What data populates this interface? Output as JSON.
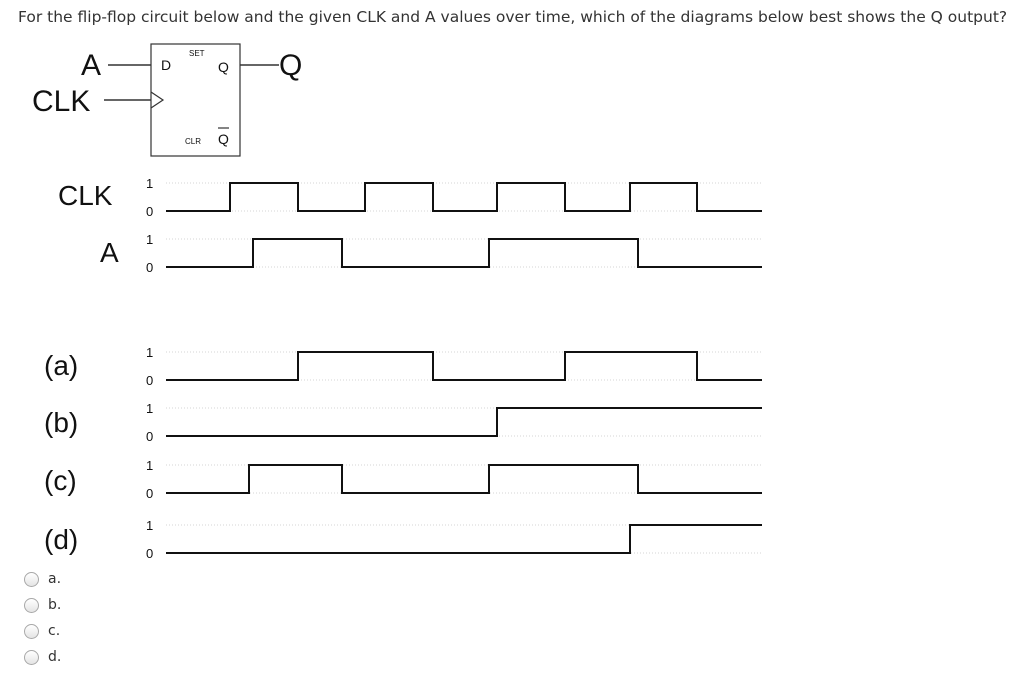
{
  "question": "For the flip-flop circuit below and the given CLK and A values over time, which of the diagrams below best shows the Q output?",
  "circuit": {
    "input_a": "A",
    "input_clk": "CLK",
    "output_q": "Q",
    "pin_d": "D",
    "pin_set": "SET",
    "pin_q": "Q",
    "pin_clr": "CLR",
    "pin_qbar": "Q"
  },
  "timing": {
    "high_label": "1",
    "low_label": "0",
    "signals": [
      {
        "name": "CLK",
        "edges": [
          230,
          298,
          365,
          433,
          497,
          565,
          630,
          697
        ],
        "initial": 0
      },
      {
        "name": "A",
        "edges": [
          253,
          342,
          489,
          638
        ],
        "initial": 0
      }
    ],
    "answers": [
      {
        "name": "(a)",
        "edges": [
          298,
          433,
          565,
          697
        ],
        "initial": 0
      },
      {
        "name": "(b)",
        "edges": [
          497
        ],
        "initial": 0
      },
      {
        "name": "(c)",
        "edges": [
          249,
          342,
          489,
          638
        ],
        "initial": 0
      },
      {
        "name": "(d)",
        "edges": [
          630
        ],
        "initial": 0
      }
    ]
  },
  "options": [
    {
      "label": "a."
    },
    {
      "label": "b."
    },
    {
      "label": "c."
    },
    {
      "label": "d."
    }
  ]
}
